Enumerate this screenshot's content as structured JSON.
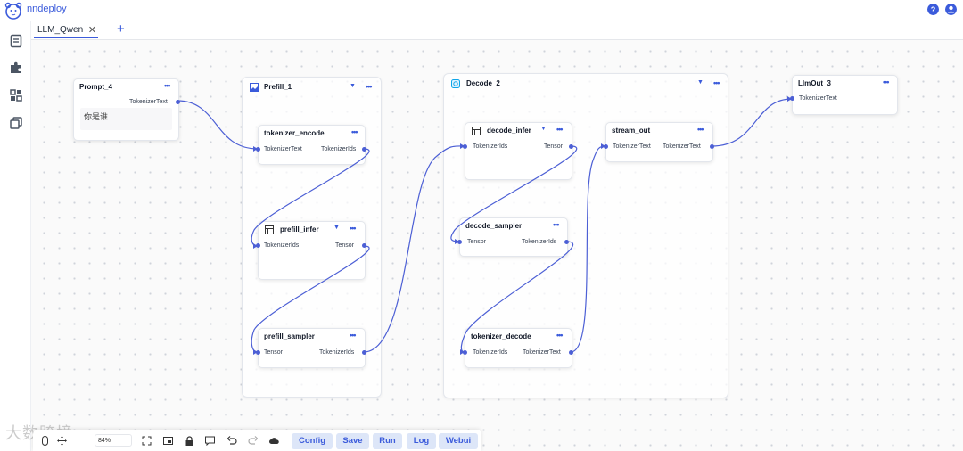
{
  "app": {
    "brand": "nndeploy"
  },
  "tabs": [
    {
      "label": "LLM_Qwen",
      "close": "✕"
    }
  ],
  "tab_add": "+",
  "groups": {
    "prefill": {
      "title": "Prefill_1"
    },
    "decode": {
      "title": "Decode_2"
    }
  },
  "nodes": {
    "prompt": {
      "title": "Prompt_4",
      "out_port": "TokenizerText",
      "text": "你是谁"
    },
    "tokenizer_encode": {
      "title": "tokenizer_encode",
      "in_port": "TokenizerText",
      "out_port": "TokenizerIds"
    },
    "prefill_infer": {
      "title": "prefill_infer",
      "in_port": "TokenizerIds",
      "out_port": "Tensor"
    },
    "prefill_sampler": {
      "title": "prefill_sampler",
      "in_port": "Tensor",
      "out_port": "TokenizerIds"
    },
    "decode_infer": {
      "title": "decode_infer",
      "in_port": "TokenizerIds",
      "out_port": "Tensor"
    },
    "decode_sampler": {
      "title": "decode_sampler",
      "in_port": "Tensor",
      "out_port": "TokenizerIds"
    },
    "tokenizer_decode": {
      "title": "tokenizer_decode",
      "in_port": "TokenizerIds",
      "out_port": "TokenizerText"
    },
    "stream_out": {
      "title": "stream_out",
      "in_port": "TokenizerText",
      "out_port": "TokenizerText"
    },
    "llmout": {
      "title": "LlmOut_3",
      "in_port": "TokenizerText"
    }
  },
  "menu_glyph": "•••",
  "caret_glyph": "▼",
  "toolbar": {
    "zoom": "84%",
    "buttons": [
      "Config",
      "Save",
      "Run",
      "Log",
      "Webui"
    ]
  },
  "watermark": "大数跨境",
  "colors": {
    "accent": "#3b5bdb",
    "button_bg": "#dde6f8",
    "wire": "#4c5fd5"
  },
  "icons": [
    "logo-icon",
    "help-icon",
    "user-icon",
    "document-icon",
    "puzzle-icon",
    "grid-icon",
    "copy-icon",
    "mouse-icon",
    "move-icon",
    "fit-view-icon",
    "minimap-icon",
    "lock-icon",
    "comment-icon",
    "undo-icon",
    "redo-icon",
    "upload-icon",
    "image-icon",
    "loop-icon",
    "table-icon"
  ]
}
